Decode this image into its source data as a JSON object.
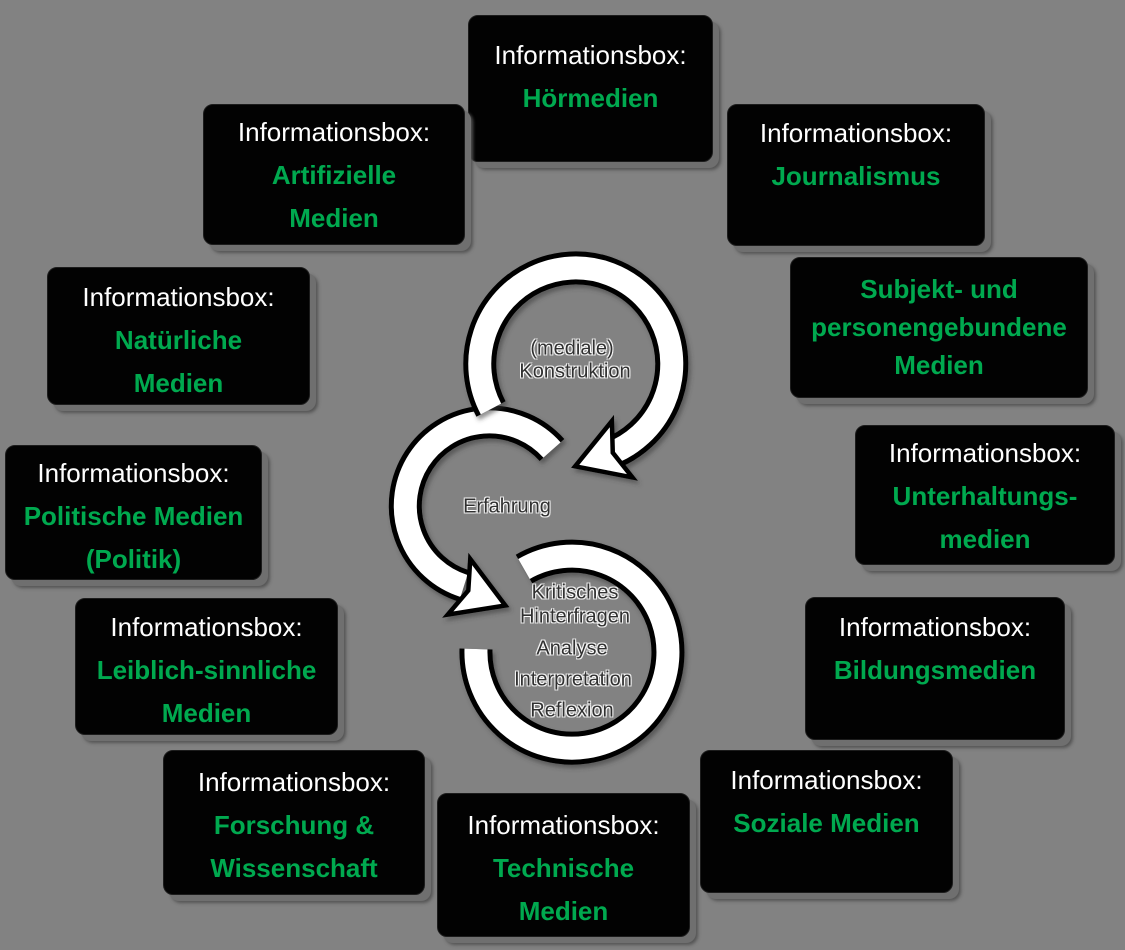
{
  "canvas": {
    "background_color": "#828282",
    "box_color": "#000000",
    "box_label_color": "#ffffff",
    "topic_color": "#00a94f"
  },
  "boxes": [
    {
      "id": "hoermedien",
      "label": "Informationsbox:",
      "topic_lines": [
        "Hörmedien"
      ]
    },
    {
      "id": "artifizielle-medien",
      "label": "Informationsbox:",
      "topic_lines": [
        "Artifizielle",
        "Medien"
      ]
    },
    {
      "id": "journalismus",
      "label": "Informationsbox:",
      "topic_lines": [
        "Journalismus"
      ]
    },
    {
      "id": "subjekt-und-personengebundene-medien",
      "topic_lines": [
        "Subjekt- und",
        "personengebundene",
        "Medien"
      ]
    },
    {
      "id": "unterhaltungsmedien",
      "label": "Informationsbox:",
      "topic_lines": [
        "Unterhaltungs-",
        "medien"
      ]
    },
    {
      "id": "bildungsmedien",
      "label": "Informationsbox:",
      "topic_lines": [
        "Bildungsmedien"
      ]
    },
    {
      "id": "soziale-medien",
      "label": "Informationsbox:",
      "topic_lines": [
        "Soziale Medien"
      ]
    },
    {
      "id": "technische-medien",
      "label": "Informationsbox:",
      "topic_lines": [
        "Technische",
        "Medien"
      ]
    },
    {
      "id": "forschung-wissenschaft",
      "label": "Informationsbox:",
      "topic_lines": [
        "Forschung &",
        "Wissenschaft"
      ]
    },
    {
      "id": "leiblich-sinnliche-medien",
      "label": "Informationsbox:",
      "topic_lines": [
        "Leiblich-sinnliche",
        "Medien"
      ]
    },
    {
      "id": "politische-medien",
      "label": "Informationsbox:",
      "topic_lines": [
        "Politische Medien",
        "(Politik)"
      ]
    },
    {
      "id": "natuerliche-medien",
      "label": "Informationsbox:",
      "topic_lines": [
        "Natürliche",
        "Medien"
      ]
    }
  ],
  "cycle": {
    "construction_lines": [
      "(mediale)",
      "Konstruktion"
    ],
    "experience_label": "Erfahrung",
    "reflection_lines": [
      "Kritisches",
      "Hinterfragen",
      "Analyse",
      "Interpretation",
      "Reflexion"
    ]
  }
}
